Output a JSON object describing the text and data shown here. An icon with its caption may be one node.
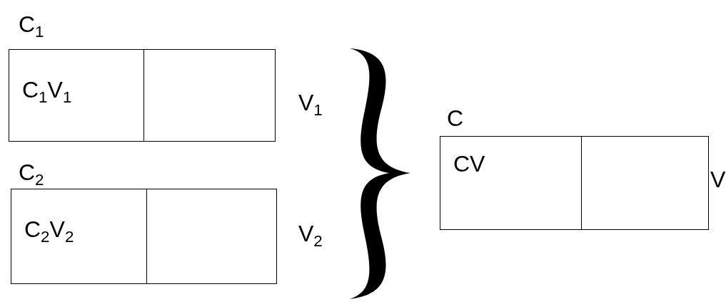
{
  "diagram": {
    "nodes": [
      {
        "text": [
          "C$_{1}$V$_{1}$"
        ],
        "beside": [
          "C$_{1}$",
          "V$_{1}$"
        ]
      },
      {
        "text": [
          "C$_{2}$V$_{2}$"
        ],
        "beside": [
          "C$_{2}$",
          "V$_{2}$"
        ]
      },
      {
        "text": [],
        "shape": "brace"
      },
      {
        "text": [
          "CV"
        ],
        "beside": [
          "C",
          "V"
        ]
      }
    ]
  }
}
